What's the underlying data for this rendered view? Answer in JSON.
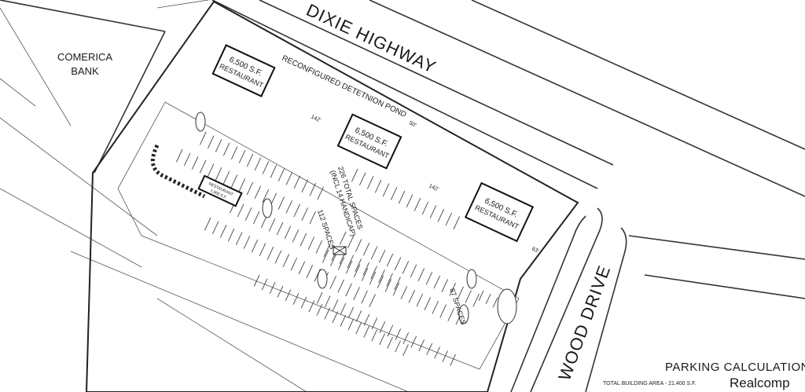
{
  "streets": {
    "north": "DIXIE HIGHWAY",
    "east": "WOOD DRIVE"
  },
  "neighbor": {
    "line1": "COMERICA",
    "line2": "BANK"
  },
  "pond_label": "RECONFIGURED DETETNION POND",
  "buildings": [
    {
      "line1": "6,500 S.F.",
      "line2": "RESTAURANT"
    },
    {
      "line1": "6,500 S.F.",
      "line2": "RESTAURANT"
    },
    {
      "line1": "6,500 S.F.",
      "line2": "RESTAURANT"
    }
  ],
  "small_building": {
    "line1": "RESTAURANT",
    "line2": "1,900 S.F."
  },
  "dimensions": {
    "d1": "142'",
    "d2": "142'",
    "d3": "50'",
    "d4": "63'"
  },
  "parking_labels": {
    "total": "226 TOTAL SPACES",
    "handicap": "(INCL 14 HANDICAP)",
    "west": "112 SPACES",
    "east": "87 SPACES"
  },
  "calculation": {
    "title": "PARKING CALCULATION",
    "total_building_area": "TOTAL BUILDING AREA - 21,400 S.F."
  },
  "watermark": "Realcomp"
}
